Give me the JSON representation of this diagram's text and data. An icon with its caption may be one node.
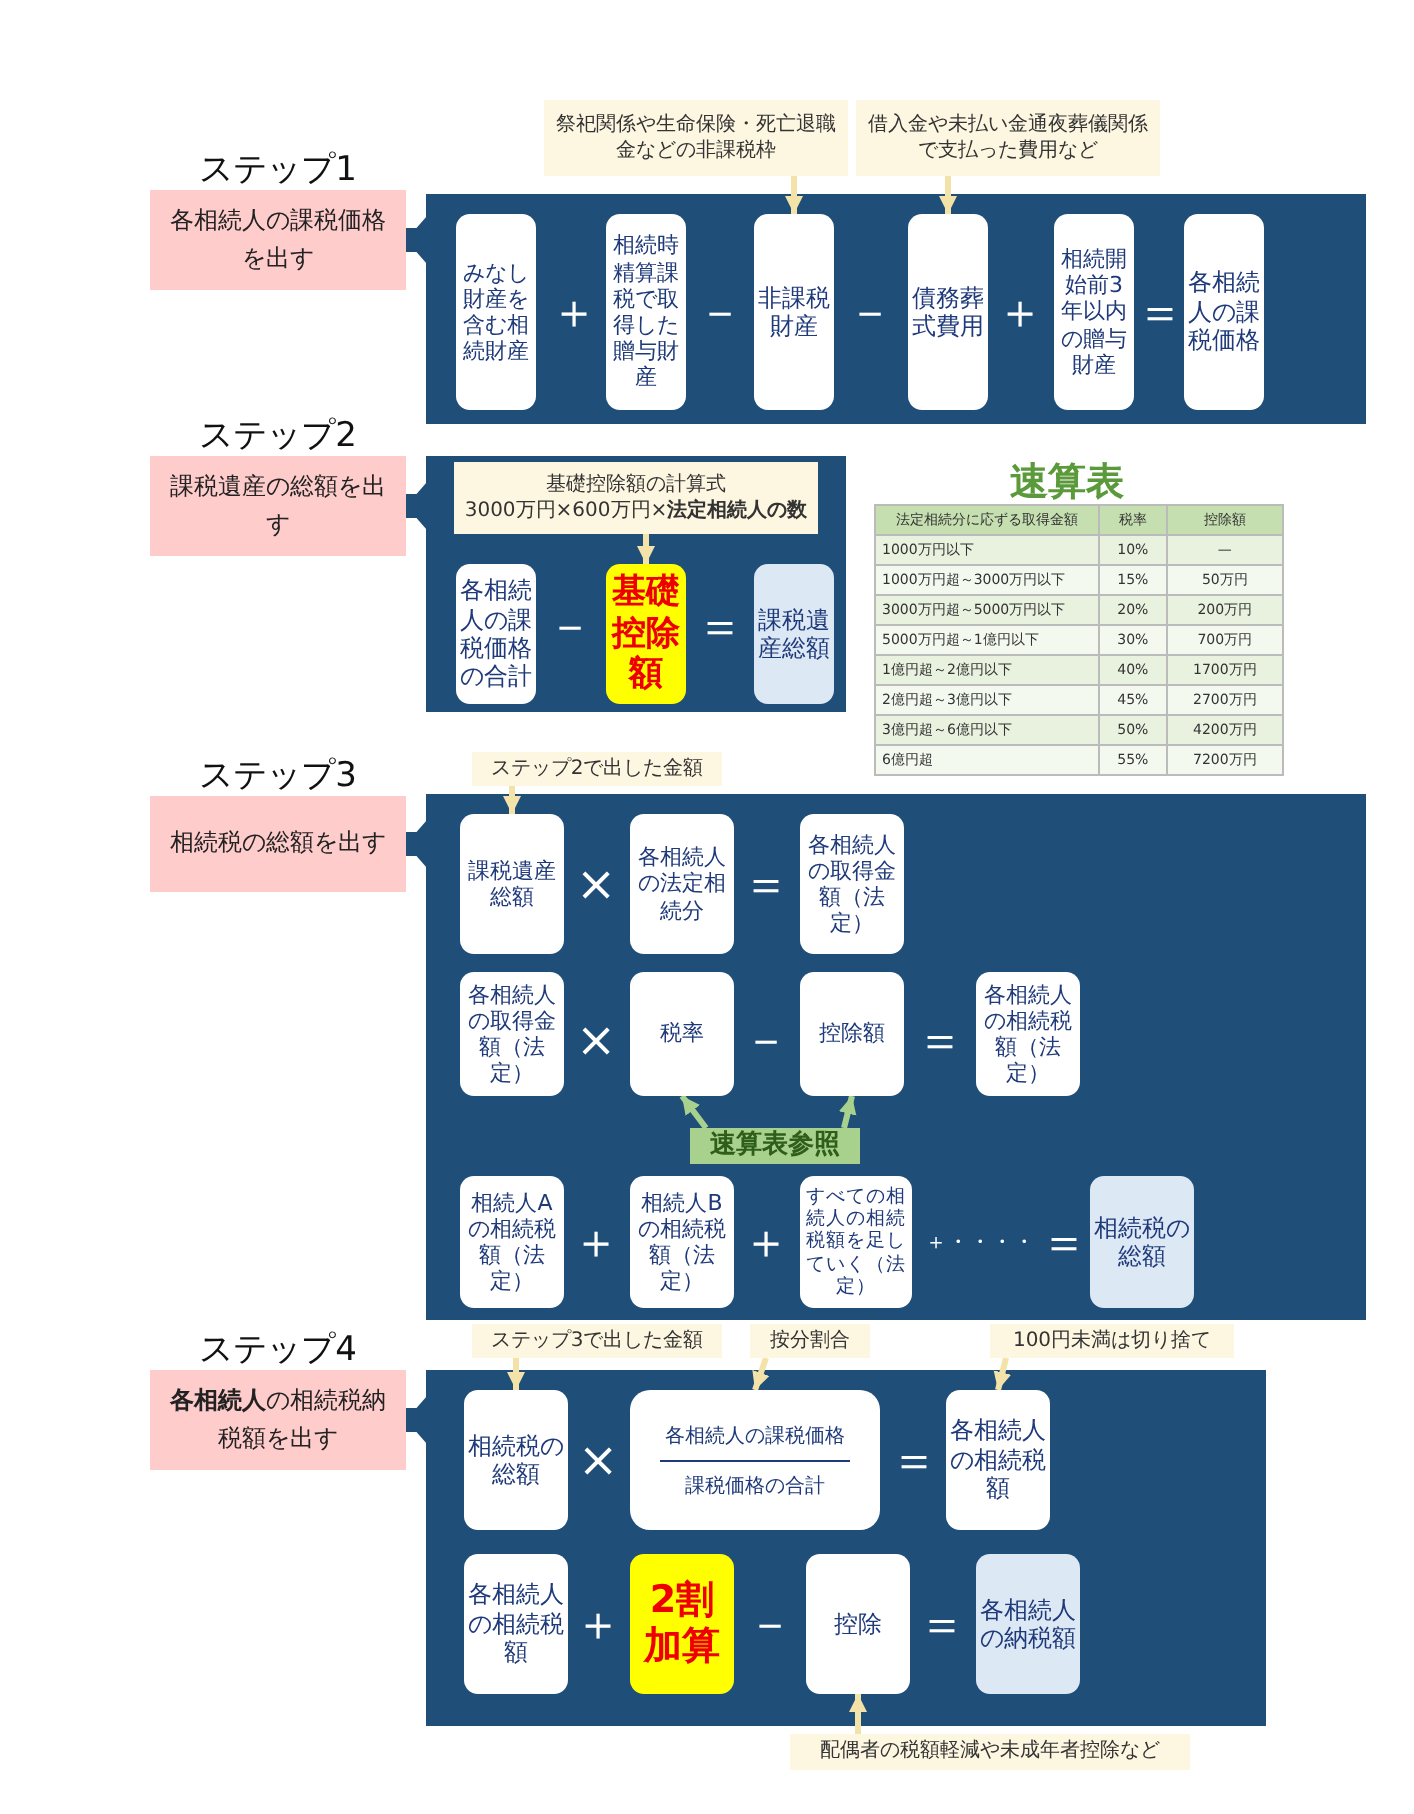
{
  "diagram": {
    "nodes": [
      {
        "text": [
          "祭祀関係や生命保険・死亡退職金などの非課税枠"
        ]
      },
      {
        "text": [
          "借入金や未払い金通夜葬儀関係で支払った費用など"
        ]
      },
      {
        "text": [
          "ステップ1",
          "各相続人の課税価格を出す"
        ]
      },
      {
        "text": [],
        "shape": "box"
      },
      {
        "text": [
          "みなし財産を含む相続財産"
        ],
        "in": 3
      },
      {
        "text": [
          "相続時精算課税で取得した贈与財産"
        ],
        "in": 3
      },
      {
        "text": [
          "非課税財産"
        ],
        "in": 3
      },
      {
        "text": [
          "債務葬式費用"
        ],
        "in": 3
      },
      {
        "text": [
          "相続開始前3年以内の贈与財産"
        ],
        "in": 3
      },
      {
        "text": [
          "各相続人の課税価格"
        ],
        "in": 3
      },
      {
        "text": [
          "ステップ2",
          "課税遺産の総額を出す"
        ]
      },
      {
        "text": [],
        "shape": "box"
      },
      {
        "text": [
          "基礎控除額の計算式",
          "3000万円×600万円×**法定相続人の数**"
        ],
        "in": 11
      },
      {
        "text": [
          "各相続人の課税価格の合計"
        ],
        "in": 11
      },
      {
        "text": [
          "基礎控除額"
        ],
        "in": 11
      },
      {
        "text": [
          "課税遺産総額"
        ],
        "in": 11
      },
      {
        "text": [
          "ステップ3",
          "相続税の総額を出す"
        ]
      },
      {
        "text": [
          "ステップ2で出した金額"
        ]
      },
      {
        "text": [],
        "shape": "box"
      },
      {
        "text": [
          "課税遺産総額"
        ],
        "in": 18
      },
      {
        "text": [
          "各相続人の法定相続分"
        ],
        "in": 18
      },
      {
        "text": [
          "各相続人の取得金額（法定）"
        ],
        "in": 18
      },
      {
        "text": [
          "各相続人の取得金額（法定）"
        ],
        "in": 18
      },
      {
        "text": [
          "税率"
        ],
        "in": 18
      },
      {
        "text": [
          "控除額"
        ],
        "in": 18
      },
      {
        "text": [
          "各相続人の相続税額（法定）"
        ],
        "in": 18
      },
      {
        "text": [
          "速算表参照"
        ],
        "in": 18
      },
      {
        "text": [
          "相続人Aの相続税額（法定）"
        ],
        "in": 18
      },
      {
        "text": [
          "相続人Bの相続税額（法定）"
        ],
        "in": 18
      },
      {
        "text": [
          "すべての相続人の相続税額を足していく（法定）"
        ],
        "in": 18
      },
      {
        "text": [
          "相続税の総額"
        ],
        "in": 18
      },
      {
        "text": [
          "ステップ4",
          "**各相続人**の相続税納税額を出す"
        ]
      },
      {
        "text": [
          "ステップ3で出した金額"
        ]
      },
      {
        "text": [
          "按分割合"
        ]
      },
      {
        "text": [
          "100円未満は切り捨て"
        ]
      },
      {
        "text": [],
        "shape": "box"
      },
      {
        "text": [
          "相続税の総額"
        ],
        "in": 35
      },
      {
        "text": [
          "各相続人の課税価格",
          "課税価格の合計"
        ],
        "in": 35
      },
      {
        "text": [
          "各相続人の相続税額"
        ],
        "in": 35
      },
      {
        "text": [
          "各相続人の相続税額"
        ],
        "in": 35
      },
      {
        "text": [
          "2割加算"
        ],
        "in": 35
      },
      {
        "text": [
          "控除"
        ],
        "in": 35
      },
      {
        "text": [
          "各相続人の納税額"
        ],
        "in": 35
      },
      {
        "text": [
          "配偶者の税額軽減や未成年者控除など"
        ]
      }
    ],
    "edges": [
      {
        "from": 3,
        "to": 2,
        "arrow": "to",
        "style": "thick",
        "color": "#1f4e79"
      },
      {
        "from": 0,
        "to": 6,
        "arrow": "to"
      },
      {
        "from": 1,
        "to": 7,
        "arrow": "to"
      },
      {
        "from": 11,
        "to": 10,
        "arrow": "to",
        "style": "thick",
        "color": "#1f4e79"
      },
      {
        "from": 12,
        "to": 14,
        "arrow": "to"
      },
      {
        "from": 18,
        "to": 16,
        "arrow": "to",
        "style": "thick",
        "color": "#1f4e79"
      },
      {
        "from": 17,
        "to": 19,
        "arrow": "to"
      },
      {
        "from": 26,
        "to": 23,
        "arrow": "to"
      },
      {
        "from": 26,
        "to": 24,
        "arrow": "to"
      },
      {
        "from": 35,
        "to": 31,
        "arrow": "to",
        "style": "thick",
        "color": "#1f4e79"
      },
      {
        "from": 32,
        "to": 36,
        "arrow": "to"
      },
      {
        "from": 33,
        "to": 37,
        "arrow": "to"
      },
      {
        "from": 34,
        "to": 38,
        "arrow": "to"
      },
      {
        "from": 43,
        "to": 41,
        "arrow": "to"
      }
    ],
    "labels": [
      "＋",
      "－",
      "－",
      "＋",
      "＝",
      "－",
      "＝",
      "速算表",
      "法定相続分に応ずる取得金額",
      "税率",
      "控除額",
      "1000万円以下",
      "10%",
      "—",
      "1000万円超～3000万円以下",
      "15%",
      "50万円",
      "3000万円超～5000万円以下",
      "20%",
      "200万円",
      "5000万円超～1億円以下",
      "30%",
      "700万円",
      "1億円超～2億円以下",
      "40%",
      "1700万円",
      "2億円超～3億円以下",
      "45%",
      "2700万円",
      "3億円超～6億円以下",
      "50%",
      "4200万円",
      "6億円超",
      "55%",
      "7200万円",
      "×",
      "＝",
      "×",
      "－",
      "＝",
      "＋",
      "＋",
      "＋・・・・",
      "＝",
      "×",
      "＝",
      "＋",
      "－",
      "＝"
    ]
  }
}
